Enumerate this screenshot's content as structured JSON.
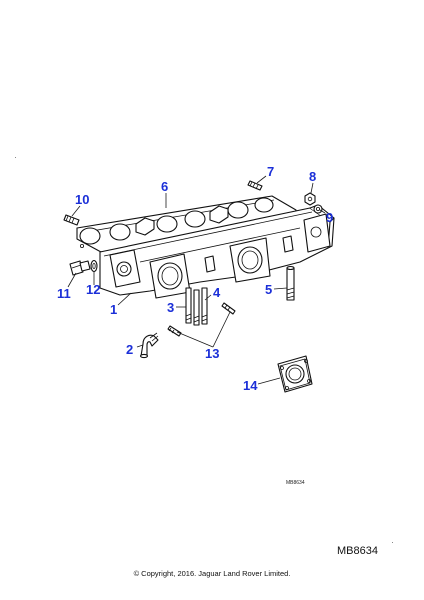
{
  "diagram": {
    "callouts": {
      "c1": "1",
      "c2": "2",
      "c3": "3",
      "c4": "4",
      "c5": "5",
      "c6": "6",
      "c7": "7",
      "c8": "8",
      "c9": "9",
      "c10": "10",
      "c11": "11",
      "c12": "12",
      "c13": "13",
      "c14": "14"
    },
    "inline_reference": "MB8634",
    "callout_color": "#1b2fd8"
  },
  "footer": {
    "reference_code": "MB8634",
    "copyright": "© Copyright, 2016. Jaguar Land Rover Limited."
  }
}
